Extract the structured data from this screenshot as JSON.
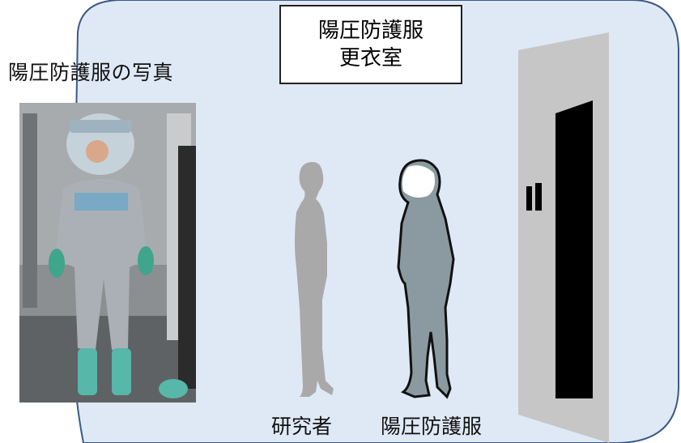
{
  "photo": {
    "label": "陽圧防護服の写真"
  },
  "room": {
    "line1": "陽圧防護服",
    "line2": "更衣室"
  },
  "figures": {
    "researcher_label": "研究者",
    "suit_label": "陽圧防護服"
  },
  "colors": {
    "room_fill": "#dfe9f6",
    "room_border": "#3a5a88",
    "researcher": "#a9a9a9",
    "suit": "#8a9aa0",
    "door_frame": "#c6c6c6",
    "door": "#000000"
  }
}
